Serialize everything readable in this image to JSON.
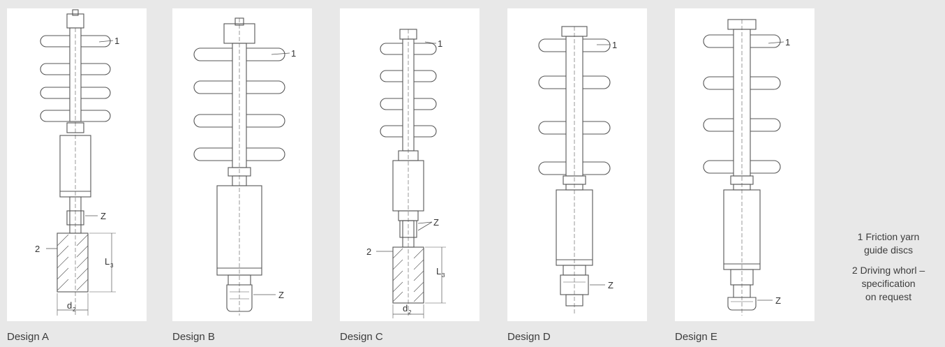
{
  "designs": [
    {
      "id": "A",
      "caption": "Design A",
      "labels": {
        "disc": "1",
        "z": "Z",
        "whorl": "2",
        "l3": "L",
        "l3_sub": "3",
        "d2": "d",
        "d2_sub": "2"
      }
    },
    {
      "id": "B",
      "caption": "Design B",
      "labels": {
        "disc": "1",
        "z": "Z"
      }
    },
    {
      "id": "C",
      "caption": "Design C",
      "labels": {
        "disc": "1",
        "z": "Z",
        "whorl": "2",
        "l3": "L",
        "l3_sub": "3",
        "d2": "d",
        "d2_sub": "2"
      }
    },
    {
      "id": "D",
      "caption": "Design D",
      "labels": {
        "disc": "1",
        "z": "Z"
      }
    },
    {
      "id": "E",
      "caption": "Design E",
      "labels": {
        "disc": "1",
        "z": "Z"
      }
    }
  ],
  "legend": {
    "item1_line1": "1 Friction yarn",
    "item1_line2": "guide discs",
    "item2_line1": "2 Driving whorl –",
    "item2_line2": "specification",
    "item2_line3": "on request"
  },
  "colors": {
    "background": "#e8e8e8",
    "panel": "#ffffff",
    "drawing_stroke": "#555555"
  }
}
